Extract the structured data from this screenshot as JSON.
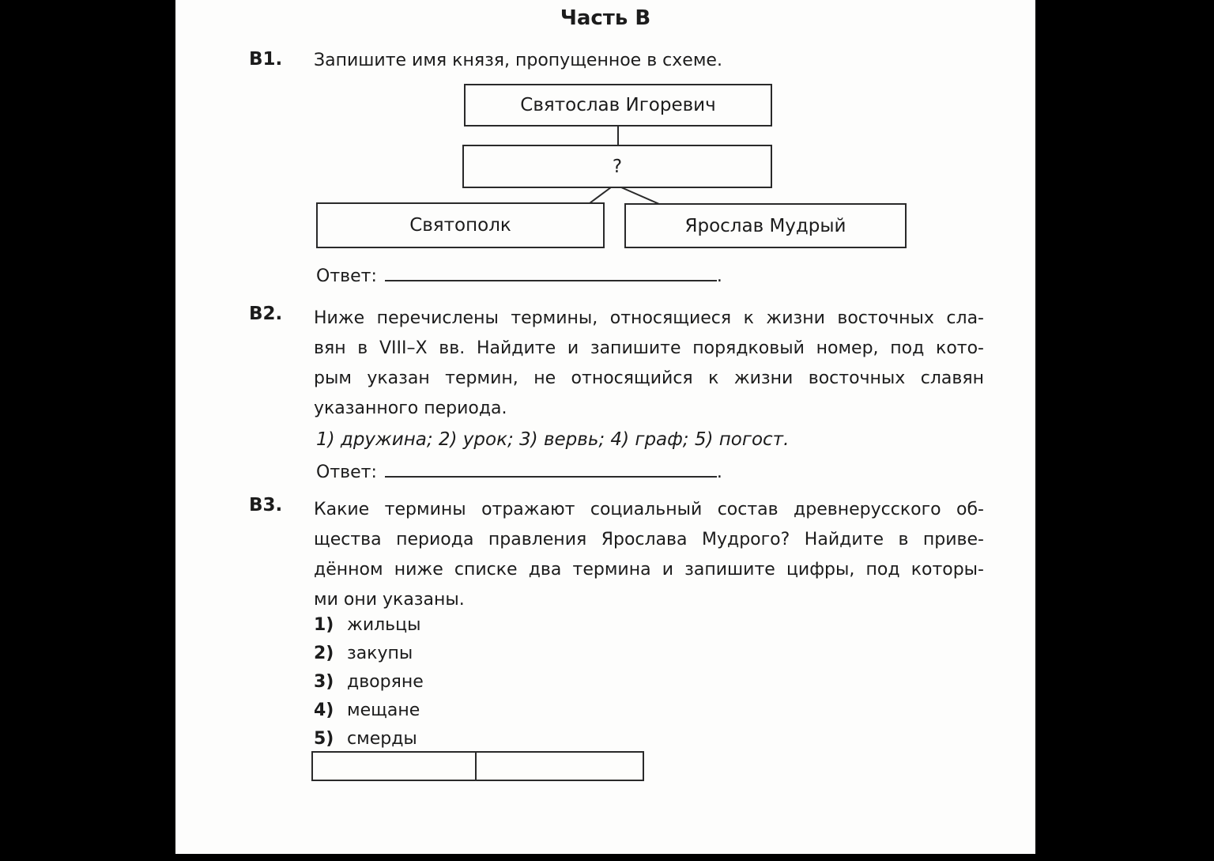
{
  "page": {
    "title": "Часть В"
  },
  "q1": {
    "label": "В1.",
    "text": "Запишите имя князя, пропущенное в схеме.",
    "diagram": {
      "top_box": "Святослав Игоревич",
      "middle_box": "?",
      "left_box": "Святополк",
      "right_box": "Ярослав Мудрый"
    },
    "answer_label": "Ответ:",
    "answer_suffix": "."
  },
  "q2": {
    "label": "В2.",
    "lines": [
      "Ниже перечислены термины, относящиеся к жизни восточных сла-",
      "вян в VIII–X вв. Найдите и запишите порядковый номер, под кото-",
      "рым указан термин, не относящийся к жизни восточных славян",
      "указанного периода."
    ],
    "options_line": "1) дружина; 2) урок; 3) вервь; 4) граф; 5) погост.",
    "answer_label": "Ответ:",
    "answer_suffix": "."
  },
  "q3": {
    "label": "В3.",
    "lines": [
      "Какие термины отражают социальный состав древнерусского об-",
      "щества периода правления Ярослава Мудрого? Найдите в приве-",
      "дённом ниже списке два термина и запишите цифры, под которы-",
      "ми они указаны."
    ],
    "items": [
      {
        "num": "1)",
        "text": "жильцы"
      },
      {
        "num": "2)",
        "text": "закупы"
      },
      {
        "num": "3)",
        "text": "дворяне"
      },
      {
        "num": "4)",
        "text": "мещане"
      },
      {
        "num": "5)",
        "text": "смерды"
      }
    ]
  }
}
